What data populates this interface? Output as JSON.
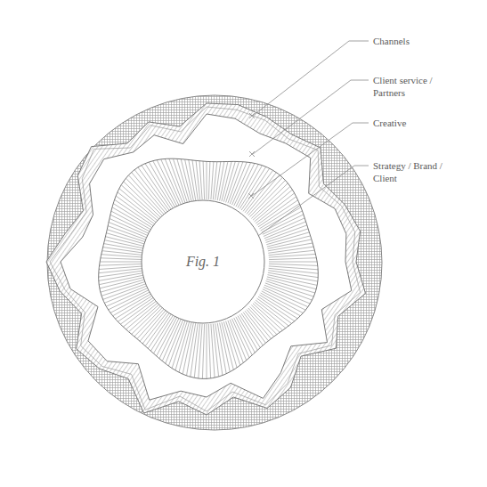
{
  "diagram": {
    "nodes": [
      {
        "text": [
          "Fig. 1"
        ]
      }
    ],
    "labels": [
      "Channels",
      "Client service / Partners",
      "Creative",
      "Strategy / Brand / Client"
    ]
  }
}
